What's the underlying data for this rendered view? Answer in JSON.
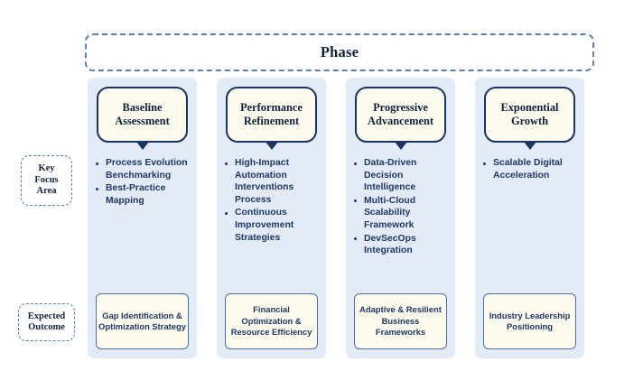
{
  "header": {
    "title": "Phase"
  },
  "row_labels": [
    {
      "name": "key-focus-area",
      "lines": [
        "Key",
        "Focus",
        "Area"
      ]
    },
    {
      "name": "expected-outcome",
      "lines": [
        "Expected",
        "Outcome"
      ]
    }
  ],
  "colors": {
    "column_background": "#e3ebf8",
    "box_background": "#fdfbee",
    "phase_border": "#1c3461",
    "outcome_border": "#4a6fa5",
    "dashed_border": "#5b7fae",
    "text_navy": "#1f3864",
    "title_navy": "#11203c"
  },
  "columns": [
    {
      "phase_title": "Baseline\nAssessment",
      "phase_title_lines": [
        "Baseline",
        "Assessment"
      ],
      "bullets": [
        "Process Evolution Benchmarking",
        "Best-Practice Mapping"
      ],
      "outcome": "Gap Identification & Optimization Strategy"
    },
    {
      "phase_title": "Performance\nRefinement",
      "phase_title_lines": [
        "Performance",
        "Refinement"
      ],
      "bullets": [
        "High-Impact Automation Interventions Process",
        "Continuous Improvement Strategies"
      ],
      "outcome": "Financial Optimization & Resource Efficiency"
    },
    {
      "phase_title": "Progressive\nAdvancement",
      "phase_title_lines": [
        "Progressive",
        "Advancement"
      ],
      "bullets": [
        "Data-Driven Decision Intelligence",
        "Multi-Cloud Scalability Framework",
        "DevSecOps Integration"
      ],
      "outcome": "Adaptive & Resilient Business Frameworks"
    },
    {
      "phase_title": "Exponential\nGrowth",
      "phase_title_lines": [
        "Exponential",
        "Growth"
      ],
      "bullets": [
        "Scalable Digital Acceleration"
      ],
      "outcome": "Industry Leadership Positioning"
    }
  ]
}
